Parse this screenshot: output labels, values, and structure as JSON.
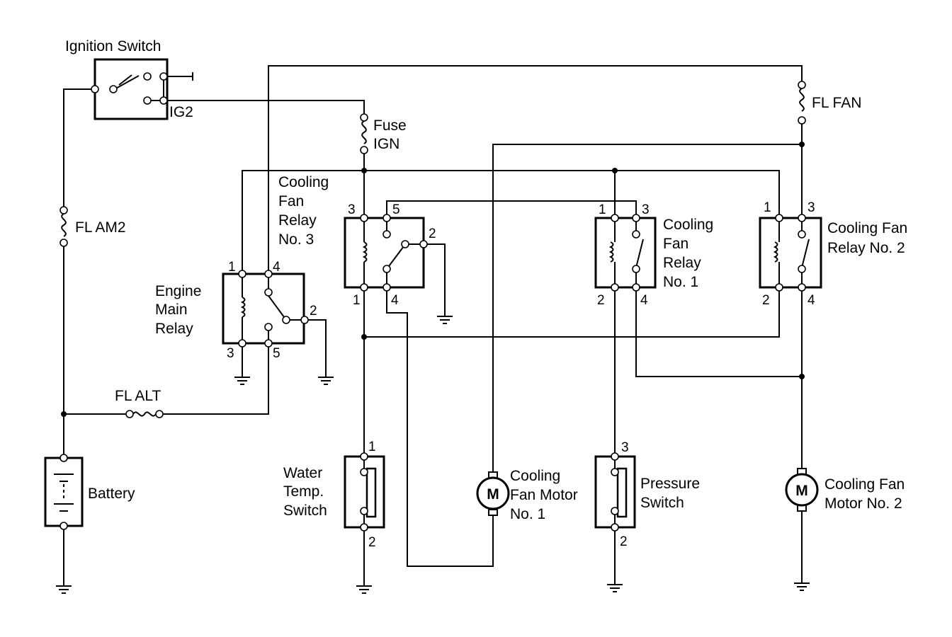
{
  "labels": {
    "ignition_switch": "Ignition Switch",
    "ig2": "IG2",
    "fuse_ign_1": "Fuse",
    "fuse_ign_2": "IGN",
    "fl_fan": "FL FAN",
    "fl_am2": "FL AM2",
    "fl_alt": "FL ALT",
    "battery": "Battery",
    "engine_main_relay": [
      "Engine",
      "Main",
      "Relay"
    ],
    "cfr3": [
      "Cooling",
      "Fan",
      "Relay",
      "No. 3"
    ],
    "cfr1": [
      "Cooling",
      "Fan",
      "Relay",
      "No. 1"
    ],
    "cfr2": [
      "Cooling Fan",
      "Relay No. 2"
    ],
    "water_temp_switch": [
      "Water",
      "Temp.",
      "Switch"
    ],
    "motor1": [
      "Cooling",
      "Fan Motor",
      "No. 1"
    ],
    "pressure_switch": [
      "Pressure",
      "Switch"
    ],
    "motor2": [
      "Cooling Fan",
      "Motor No. 2"
    ],
    "motor_symbol": "M"
  },
  "pins": {
    "emr": [
      "1",
      "4",
      "2",
      "3",
      "5"
    ],
    "cfr3": [
      "3",
      "5",
      "2",
      "1",
      "4"
    ],
    "cfr1": [
      "1",
      "3",
      "2",
      "4"
    ],
    "cfr2": [
      "1",
      "3",
      "2",
      "4"
    ],
    "wts": [
      "1",
      "2"
    ],
    "ps": [
      "3",
      "2"
    ]
  }
}
